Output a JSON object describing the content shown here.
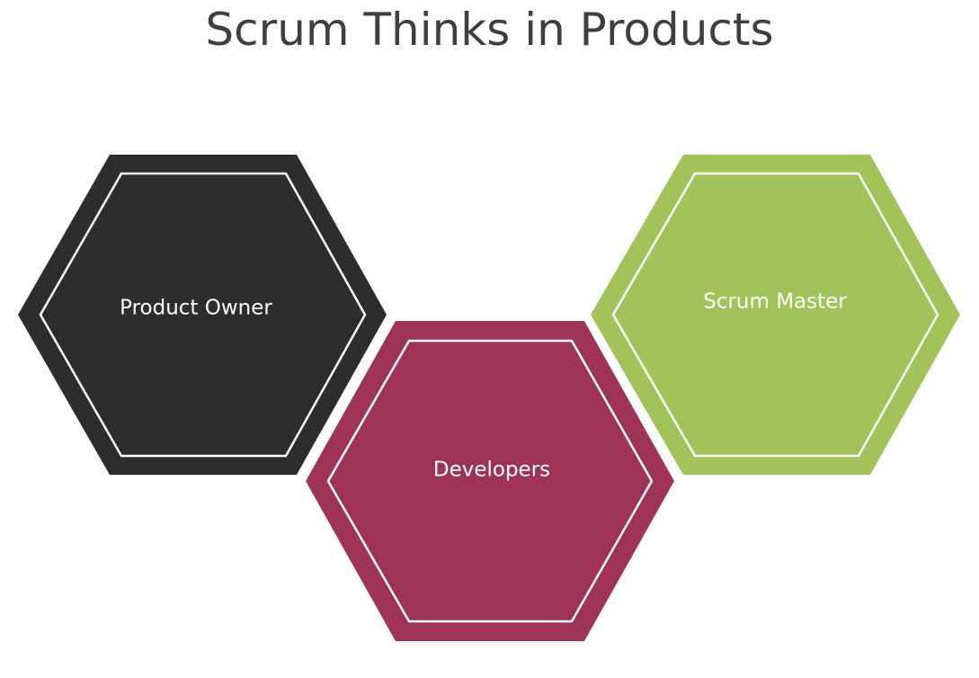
{
  "slide": {
    "title": "Scrum Thinks in Products",
    "roles": [
      {
        "label": "Product Owner",
        "color": "#2d2d2d"
      },
      {
        "label": "Developers",
        "color": "#9e3259"
      },
      {
        "label": "Scrum Master",
        "color": "#a2c35a"
      }
    ]
  }
}
